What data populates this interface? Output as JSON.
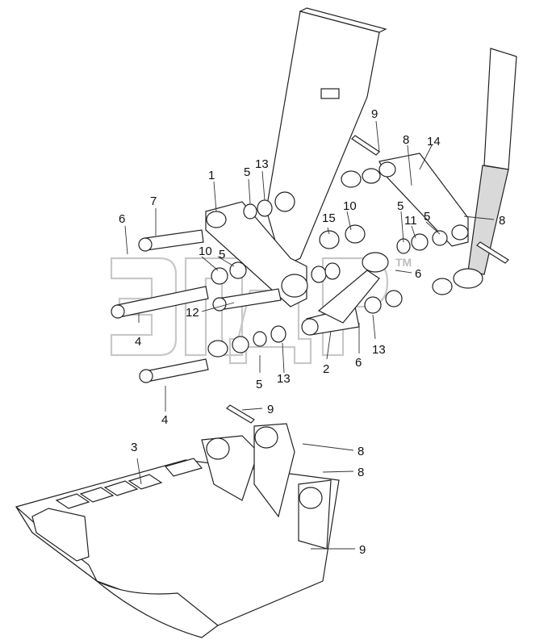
{
  "watermark": {
    "text": "ЭПДР",
    "tm": "TM"
  },
  "callouts": {
    "c1": "1",
    "c2": "2",
    "c3": "3",
    "c4a": "4",
    "c4b": "4",
    "c5a": "5",
    "c5b": "5",
    "c5c": "5",
    "c5d": "5",
    "c5e": "5",
    "c6a": "6",
    "c6b": "6",
    "c6c": "6",
    "c7": "7",
    "c8a": "8",
    "c8b": "8",
    "c8c": "8",
    "c8d": "8",
    "c9a": "9",
    "c9b": "9",
    "c9c": "9",
    "c10a": "10",
    "c10b": "10",
    "c11": "11",
    "c12": "12",
    "c13a": "13",
    "c13b": "13",
    "c13c": "13",
    "c14": "14",
    "c15": "15"
  }
}
